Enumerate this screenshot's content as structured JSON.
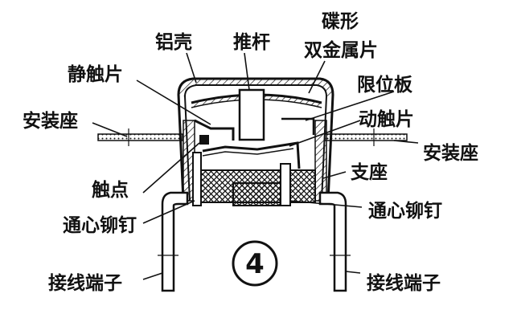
{
  "figure_number": "4",
  "labels": {
    "aluminum_shell": "铝壳",
    "push_rod": "推杆",
    "bimetal_line1": "碟形",
    "bimetal_line2": "双金属片",
    "static_contact": "静触片",
    "limit_plate": "限位板",
    "mount_left": "安装座",
    "moving_contact": "动触片",
    "mount_right": "安装座",
    "contact_point": "触点",
    "support": "支座",
    "rivet_left": "通心铆钉",
    "rivet_right": "通心铆钉",
    "terminal_left": "接线端子",
    "terminal_right": "接线端子"
  },
  "colors": {
    "ink": "#111111",
    "background": "#ffffff"
  }
}
